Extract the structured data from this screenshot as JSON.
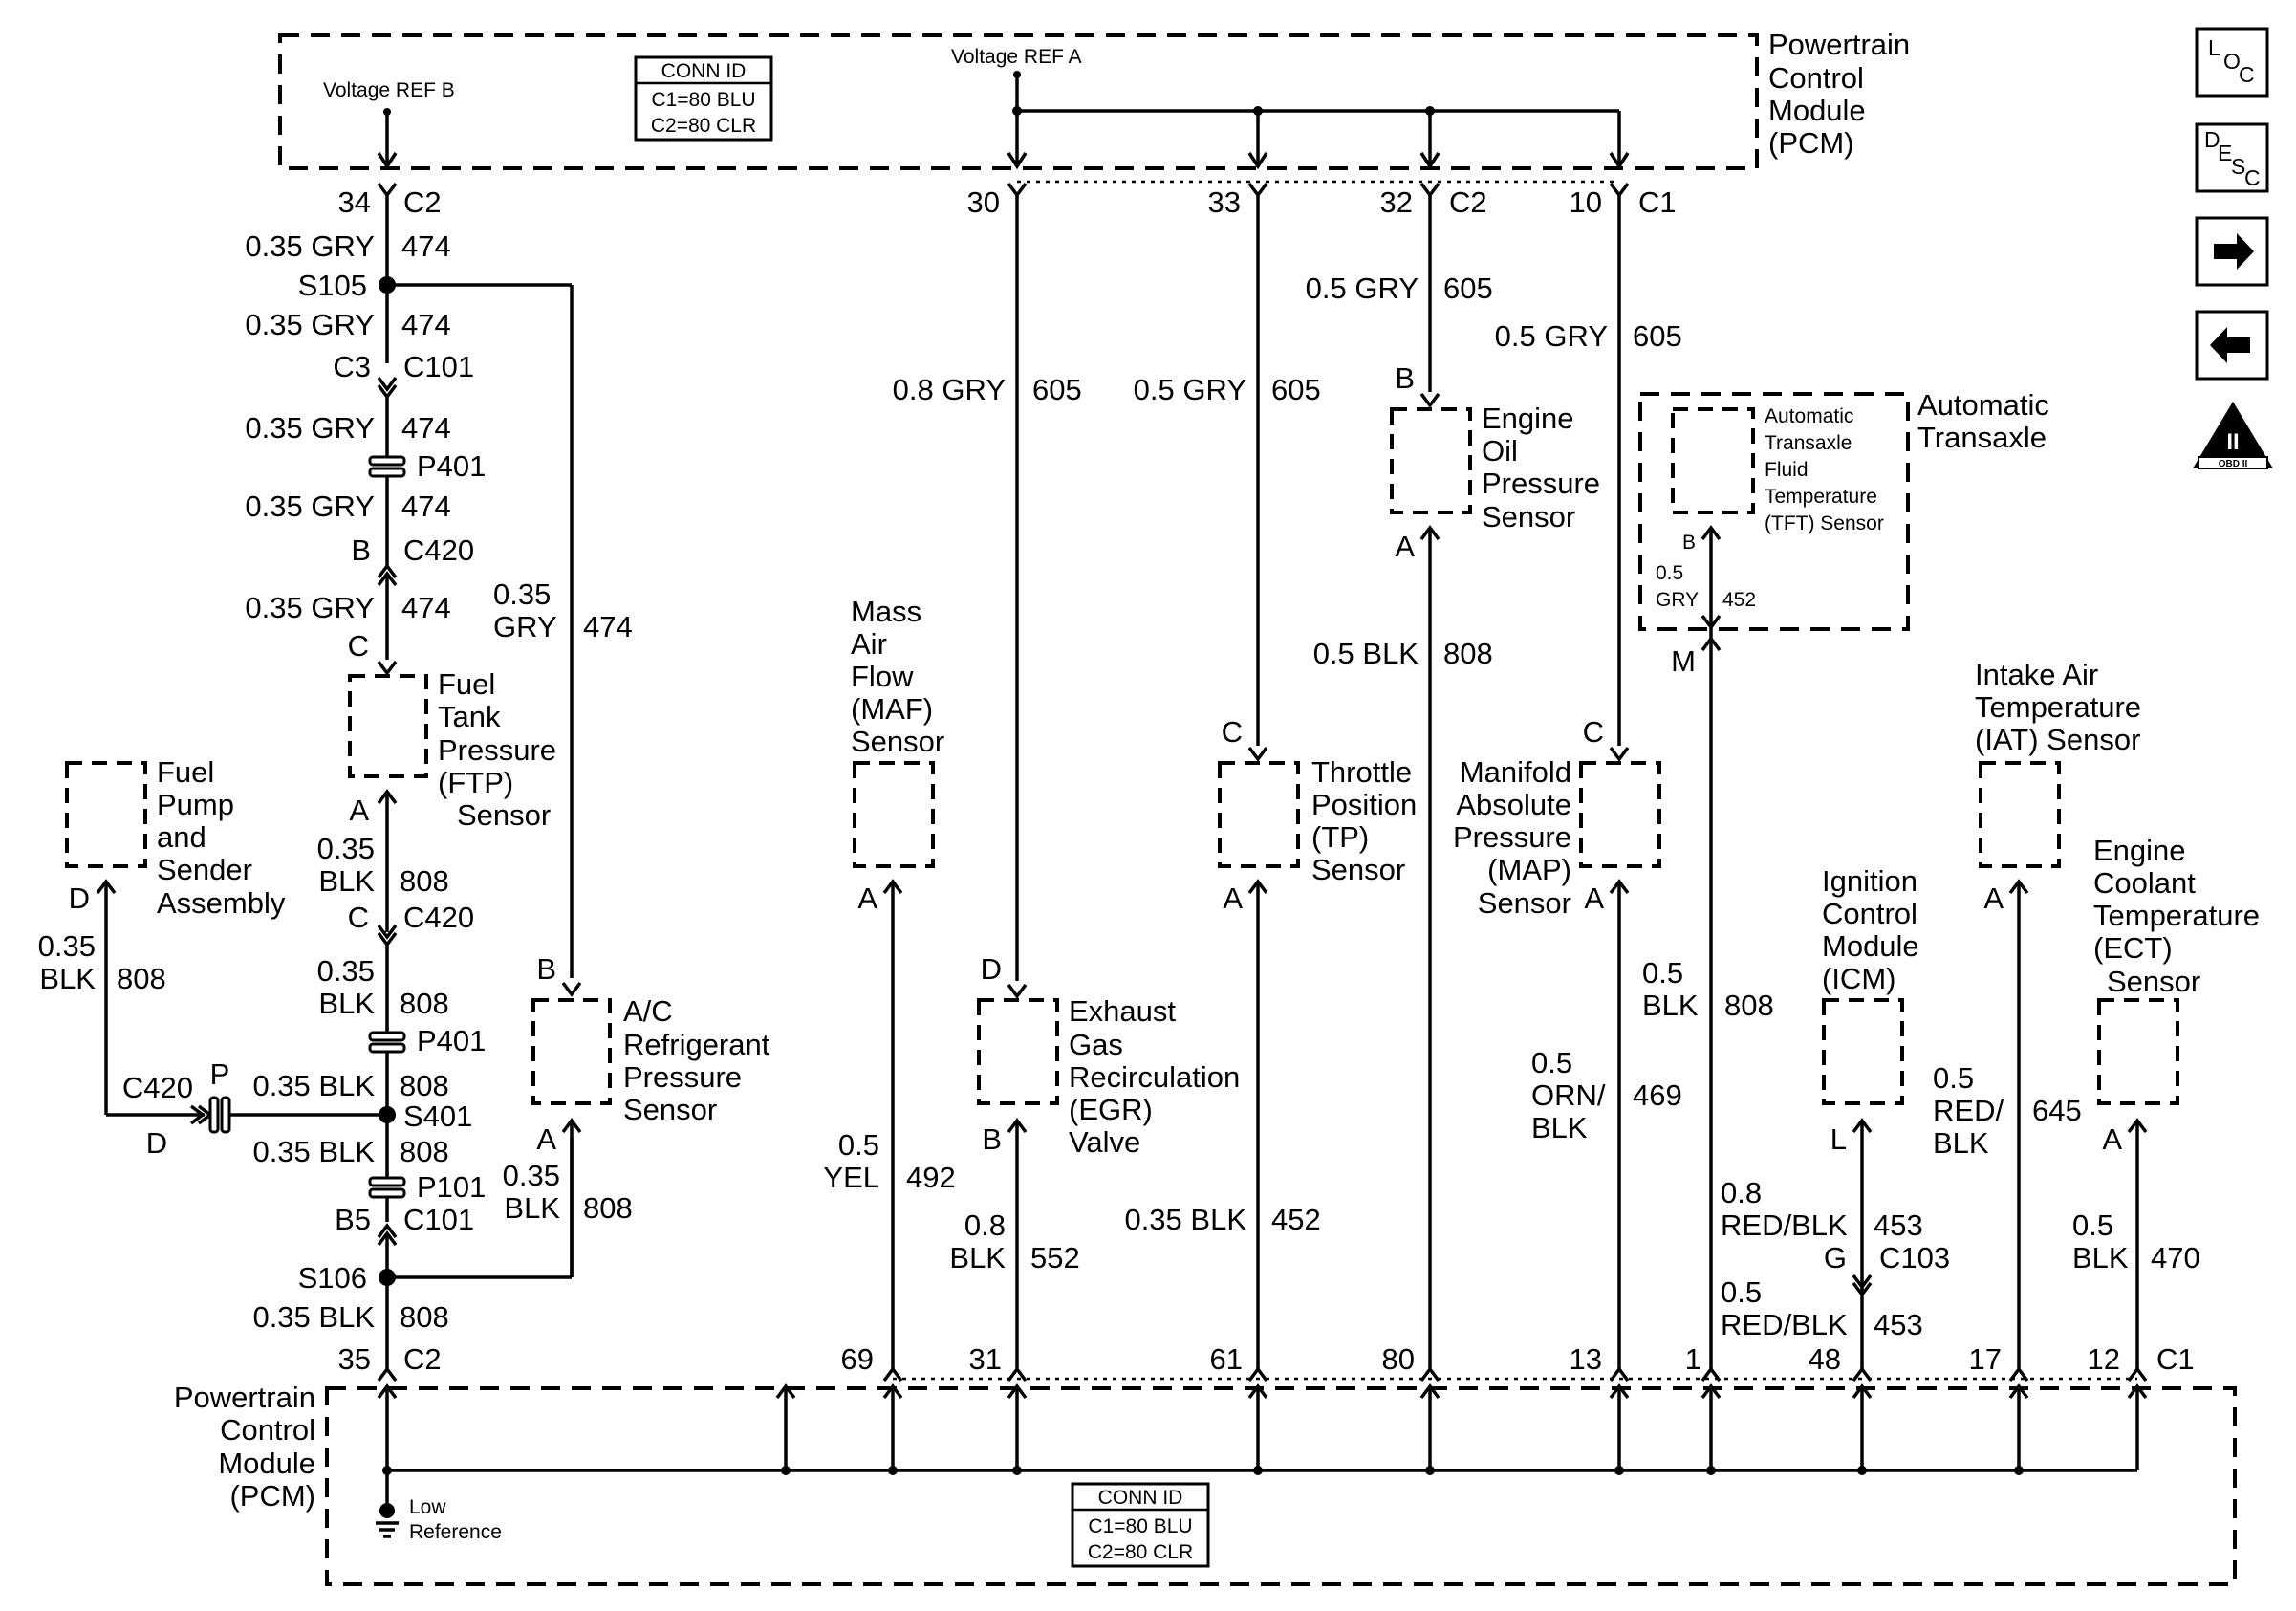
{
  "pcm_top": {
    "title_lines": [
      "Powertrain",
      "Control",
      "Module",
      "(PCM)"
    ],
    "voltage_ref_b": "Voltage REF B",
    "voltage_ref_a": "Voltage REF A",
    "conn_id": {
      "title": "CONN ID",
      "c1": "C1=80 BLU",
      "c2": "C2=80 CLR"
    }
  },
  "pcm_bottom": {
    "title_lines": [
      "Powertrain",
      "Control",
      "Module",
      "(PCM)"
    ],
    "low_reference_lines": [
      "Low",
      "Reference"
    ],
    "conn_id": {
      "title": "CONN ID",
      "c1": "C1=80 BLU",
      "c2": "C2=80 CLR"
    }
  },
  "pins_top": {
    "p34": "34",
    "c2a": "C2",
    "p30": "30",
    "p33": "33",
    "p32": "32",
    "c2b": "C2",
    "p10": "10",
    "c1": "C1"
  },
  "pins_bottom": {
    "p35": "35",
    "c2": "C2",
    "p69": "69",
    "p31": "31",
    "p61": "61",
    "p80": "80",
    "p13": "13",
    "p1": "1",
    "p48": "48",
    "p17": "17",
    "p12": "12",
    "c1": "C1"
  },
  "left_circuit": {
    "w1_size": "0.35 GRY",
    "w1_num": "474",
    "s105": "S105",
    "w2_size": "0.35 GRY",
    "w2_num": "474",
    "c3": "C3",
    "c101a": "C101",
    "w3_size": "0.35 GRY",
    "w3_num": "474",
    "p401a": "P401",
    "w4_size": "0.35 GRY",
    "w4_num": "474",
    "b_pin": "B",
    "c420a": "C420",
    "w5_size": "0.35 GRY",
    "w5_num": "474",
    "branch_size_1": "0.35",
    "branch_size_2": "GRY",
    "branch_num": "474",
    "c_pin": "C",
    "a_pin": "A",
    "w6_size_1": "0.35",
    "w6_size_2": "BLK",
    "w6_num": "808",
    "c_pin2": "C",
    "c420b": "C420",
    "w7_size_1": "0.35",
    "w7_size_2": "BLK",
    "w7_num": "808",
    "p401b": "P401",
    "w8_size": "0.35 BLK",
    "w8_num": "808",
    "s401": "S401",
    "w9_size": "0.35 BLK",
    "w9_num": "808",
    "p101": "P101",
    "b5": "B5",
    "c101b": "C101",
    "s106": "S106",
    "w10_size": "0.35 BLK",
    "w10_num": "808",
    "fuel_d": "D",
    "fuel_w_size_1": "0.35",
    "fuel_w_size_2": "BLK",
    "fuel_w_num": "808",
    "c420c": "C420",
    "p_conn": "P",
    "d_conn": "D",
    "ac_b": "B",
    "ac_a": "A",
    "ac_w_size_1": "0.35",
    "ac_w_size_2": "BLK",
    "ac_w_num": "808"
  },
  "components": {
    "ftp": [
      "Fuel",
      "Tank",
      "Pressure",
      "(FTP)",
      "Sensor"
    ],
    "fuel_pump": [
      "Fuel",
      "Pump",
      "and",
      "Sender",
      "Assembly"
    ],
    "ac": [
      "A/C",
      "Refrigerant",
      "Pressure",
      "Sensor"
    ],
    "maf": [
      "Mass",
      "Air",
      "Flow",
      "(MAF)",
      "Sensor"
    ],
    "egr": [
      "Exhaust",
      "Gas",
      "Recirculation",
      "(EGR)",
      "Valve"
    ],
    "tp": [
      "Throttle",
      "Position",
      "(TP)",
      "Sensor"
    ],
    "eop": [
      "Engine",
      "Oil",
      "Pressure",
      "Sensor"
    ],
    "map": [
      "Manifold",
      "Absolute",
      "Pressure",
      "(MAP)",
      "Sensor"
    ],
    "trans_title": [
      "Automatic",
      "Transaxle"
    ],
    "tft": [
      "Automatic",
      "Transaxle",
      "Fluid",
      "Temperature",
      "(TFT) Sensor"
    ],
    "icm": [
      "Ignition",
      "Control",
      "Module",
      "(ICM)"
    ],
    "iat": [
      "Intake Air",
      "Temperature",
      "(IAT) Sensor"
    ],
    "ect": [
      "Engine",
      "Coolant",
      "Temperature",
      "(ECT)",
      "Sensor"
    ]
  },
  "right_circuit": {
    "egr_top_size": "0.8 GRY",
    "egr_top_num": "605",
    "tp_top_size": "0.5 GRY",
    "tp_top_num": "605",
    "eop_top_size": "0.5 GRY",
    "eop_top_num": "605",
    "map_top_size": "0.5 GRY",
    "map_top_num": "605",
    "eop_b": "B",
    "eop_a": "A",
    "eop_bot_size": "0.5 BLK",
    "eop_bot_num": "808",
    "tft_b": "B",
    "tft_size_1": "0.5",
    "tft_size_2": "GRY",
    "tft_num": "452",
    "tft_m": "M",
    "maf_a": "A",
    "maf_size_1": "0.5",
    "maf_size_2": "YEL",
    "maf_num": "492",
    "egr_d": "D",
    "egr_b": "B",
    "egr_size_1": "0.8",
    "egr_size_2": "BLK",
    "egr_num": "552",
    "tp_c": "C",
    "tp_a": "A",
    "tp_size": "0.35 BLK",
    "tp_num": "452",
    "map_c": "C",
    "map_a": "A",
    "map_size_1": "0.5",
    "map_size_2": "ORN/",
    "map_size_3": "BLK",
    "map_num": "469",
    "tft_bot_size_1": "0.5",
    "tft_bot_size_2": "BLK",
    "tft_bot_num": "808",
    "icm_l": "L",
    "icm_size1_1": "0.8",
    "icm_size1_2": "RED/BLK",
    "icm_num1": "453",
    "icm_g": "G",
    "icm_c103": "C103",
    "icm_size2_1": "0.5",
    "icm_size2_2": "RED/BLK",
    "icm_num2": "453",
    "iat_a": "A",
    "iat_size_1": "0.5",
    "iat_size_2": "RED/",
    "iat_size_3": "BLK",
    "iat_num": "645",
    "ect_a": "A",
    "ect_size_1": "0.5",
    "ect_size_2": "BLK",
    "ect_num": "470"
  },
  "nav": {
    "loc": {
      "l": "L",
      "o": "O",
      "c": "C"
    },
    "desc": {
      "d": "D",
      "e": "E",
      "s": "S",
      "c": "C"
    },
    "forward_icon": "arrow-right-icon",
    "back_icon": "arrow-left-icon",
    "obd": {
      "numeral": "II",
      "label": "OBD II"
    }
  }
}
